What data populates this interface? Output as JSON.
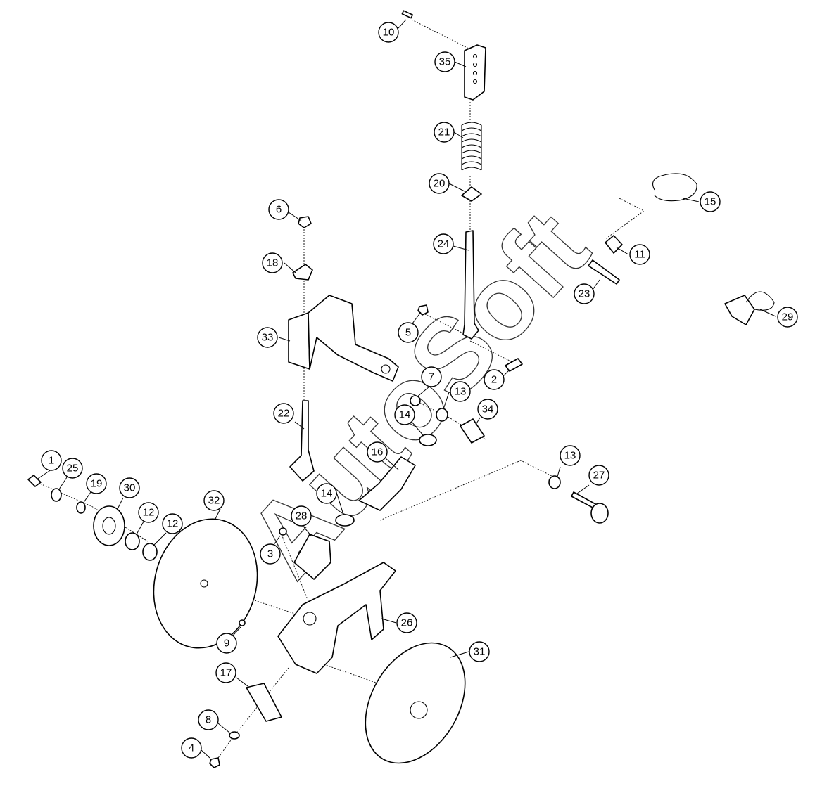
{
  "watermark": "AutoSoft",
  "callouts": [
    "10",
    "35",
    "21",
    "20",
    "15",
    "11",
    "23",
    "29",
    "24",
    "6",
    "18",
    "5",
    "33",
    "2",
    "7",
    "13",
    "34",
    "14",
    "22",
    "16",
    "1",
    "25",
    "19",
    "30",
    "12",
    "32",
    "28",
    "3",
    "27",
    "26",
    "9",
    "31",
    "17",
    "8",
    "4"
  ],
  "duplicate_callouts": {
    "13b": "13",
    "14b": "14",
    "12b": "12"
  }
}
